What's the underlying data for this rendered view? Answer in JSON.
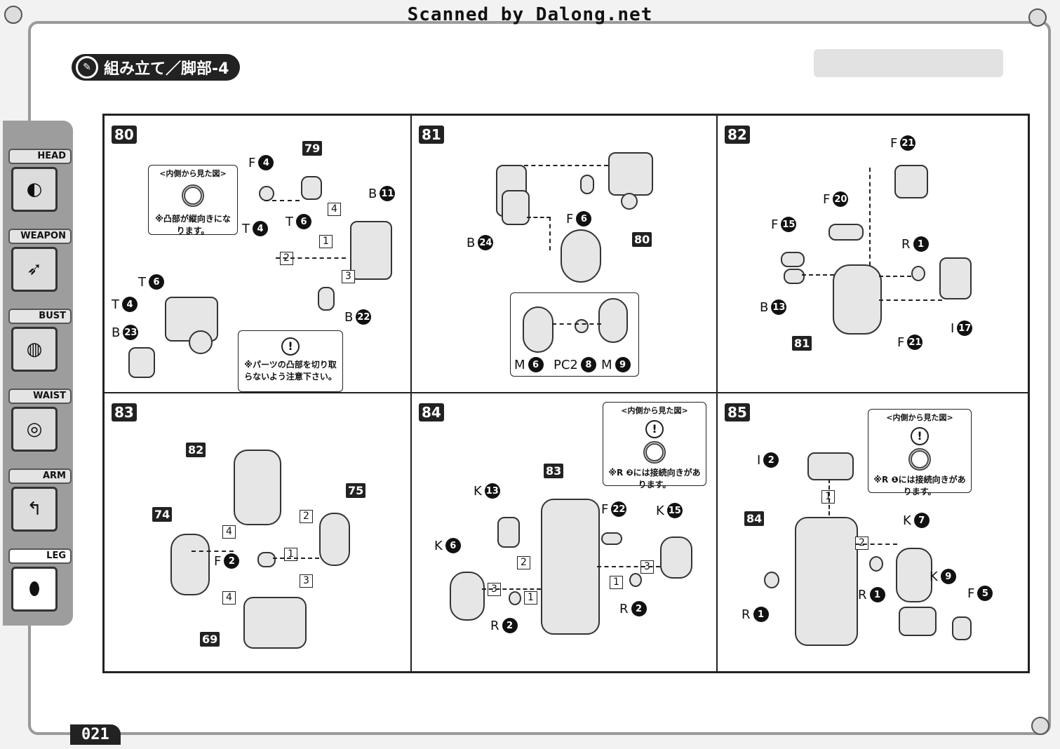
{
  "header": {
    "scan_credit": "Scanned by Dalong.net",
    "title": "組み立て／脚部-4"
  },
  "sidebar": {
    "items": [
      {
        "label": "HEAD"
      },
      {
        "label": "WEAPON"
      },
      {
        "label": "BUST"
      },
      {
        "label": "WAIST"
      },
      {
        "label": "ARM"
      },
      {
        "label": "LEG",
        "active": true
      }
    ]
  },
  "steps": [
    {
      "number": "80",
      "callout_view": {
        "heading": "<内側から見た図>",
        "note": "※凸部が縦向きになります。"
      },
      "callout_warn": {
        "note": "※パーツの凸部を切り取らないよう注意下さい。"
      },
      "parts": [
        {
          "letter": "F",
          "num": "4"
        },
        {
          "letter": "T",
          "num": "6"
        },
        {
          "letter": "T",
          "num": "4"
        },
        {
          "letter": "B",
          "num": "11"
        },
        {
          "letter": "B",
          "num": "22"
        },
        {
          "letter": "T",
          "num": "6"
        },
        {
          "letter": "T",
          "num": "4"
        },
        {
          "letter": "B",
          "num": "23"
        }
      ],
      "refs": [
        "79"
      ],
      "sequence": [
        "1",
        "2",
        "3",
        "4"
      ]
    },
    {
      "number": "81",
      "parts": [
        {
          "letter": "F",
          "num": "6"
        },
        {
          "letter": "B",
          "num": "24"
        },
        {
          "letter": "M",
          "num": "6"
        },
        {
          "letter": "PC2",
          "num": "8"
        },
        {
          "letter": "M",
          "num": "9"
        }
      ],
      "refs": [
        "80"
      ]
    },
    {
      "number": "82",
      "parts": [
        {
          "letter": "F",
          "num": "21"
        },
        {
          "letter": "F",
          "num": "20"
        },
        {
          "letter": "F",
          "num": "15"
        },
        {
          "letter": "R",
          "num": "1"
        },
        {
          "letter": "B",
          "num": "13"
        },
        {
          "letter": "I",
          "num": "17"
        },
        {
          "letter": "F",
          "num": "21"
        }
      ],
      "refs": [
        "81"
      ]
    },
    {
      "number": "83",
      "parts": [
        {
          "letter": "F",
          "num": "2"
        }
      ],
      "refs": [
        "82",
        "74",
        "75",
        "69"
      ],
      "sequence": [
        "1",
        "2",
        "3",
        "4",
        "4"
      ]
    },
    {
      "number": "84",
      "callout_view": {
        "heading": "<内側から見た図>",
        "note": "※R ❷には接続向きがあります。"
      },
      "parts": [
        {
          "letter": "K",
          "num": "13"
        },
        {
          "letter": "F",
          "num": "22"
        },
        {
          "letter": "K",
          "num": "15"
        },
        {
          "letter": "K",
          "num": "6"
        },
        {
          "letter": "R",
          "num": "2"
        },
        {
          "letter": "R",
          "num": "2"
        }
      ],
      "refs": [
        "83"
      ],
      "sequence": [
        "1",
        "1",
        "2",
        "3",
        "3"
      ]
    },
    {
      "number": "85",
      "callout_view": {
        "heading": "<内側から見た図>",
        "note": "※R ❶には接続向きがあります。"
      },
      "parts": [
        {
          "letter": "I",
          "num": "2"
        },
        {
          "letter": "K",
          "num": "7"
        },
        {
          "letter": "R",
          "num": "1"
        },
        {
          "letter": "K",
          "num": "9"
        },
        {
          "letter": "F",
          "num": "5"
        },
        {
          "letter": "R",
          "num": "1"
        }
      ],
      "refs": [
        "84"
      ],
      "sequence": [
        "1",
        "2"
      ]
    }
  ],
  "footer": {
    "page_number": "021"
  }
}
